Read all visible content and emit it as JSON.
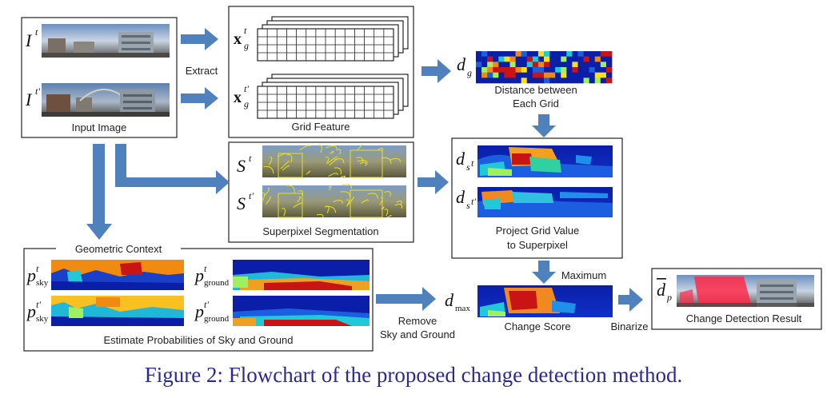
{
  "labels": {
    "input_image": "Input Image",
    "extract": "Extract",
    "grid_feature": "Grid Feature",
    "distance_line1": "Distance between",
    "distance_line2": "Each Grid",
    "superpixel_seg": "Superpixel Segmentation",
    "project_line1": "Project Grid Value",
    "project_line2": "to Superpixel",
    "geometric_context": "Geometric Context",
    "estimate_prob": "Estimate Probabilities of Sky and Ground",
    "remove_line1": "Remove",
    "remove_line2": "Sky and Ground",
    "maximum": "Maximum",
    "change_score": "Change Score",
    "binarize": "Binarize",
    "result": "Change Detection Result"
  },
  "math": {
    "I": "I",
    "t": "t",
    "t_prime": "t'",
    "x": "x",
    "g": "g",
    "S": "S",
    "d": "d",
    "s": "s",
    "max": "max",
    "p": "p",
    "sky": "sky",
    "ground": "ground"
  },
  "caption": "Figure 2: Flowchart of the proposed change detection method.",
  "colors": {
    "arrow": "#4f81bd",
    "caption": "#2a2a90",
    "heat_low": "#0a1ea8",
    "heat_mid": "#20c8d8",
    "heat_high": "#c81414"
  }
}
